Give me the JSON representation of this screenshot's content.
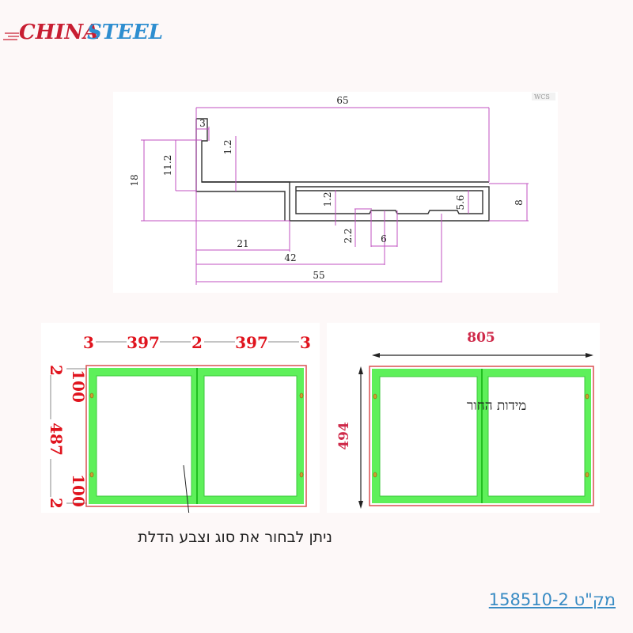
{
  "brand": {
    "logo_part1": "CHINA",
    "logo_part2": "STEEL",
    "color_part1": "#c81e32",
    "color_part2": "#2e8ed0"
  },
  "profile_drawing": {
    "watermark": "WCS",
    "dimensions": {
      "overall_width": "65",
      "lip_width": "3",
      "overall_height": "18",
      "channel_height": "11.2",
      "wall_thickness_top": "1.2",
      "wall_thickness_bottom": "1.2",
      "base_height": "8",
      "inner_height": "5.6",
      "slot_depth": "2.2",
      "slot_width": "6",
      "dim_21": "21",
      "dim_42": "42",
      "dim_55": "55"
    },
    "line_color": "#c050c0"
  },
  "front_view": {
    "widths": [
      "3",
      "397",
      "2",
      "397",
      "3"
    ],
    "heights": [
      "2",
      "100",
      "487",
      "100",
      "2"
    ],
    "dim_color": "#e0141e",
    "frame_color": "#5ef05a",
    "outline_color": "#d85050"
  },
  "hole_view": {
    "width": "805",
    "height": "494",
    "label": "מידות החור"
  },
  "caption": "ניתן לבחור  את סוג וצבע הדלת",
  "sku_link": "מק\"ט 158510-2"
}
